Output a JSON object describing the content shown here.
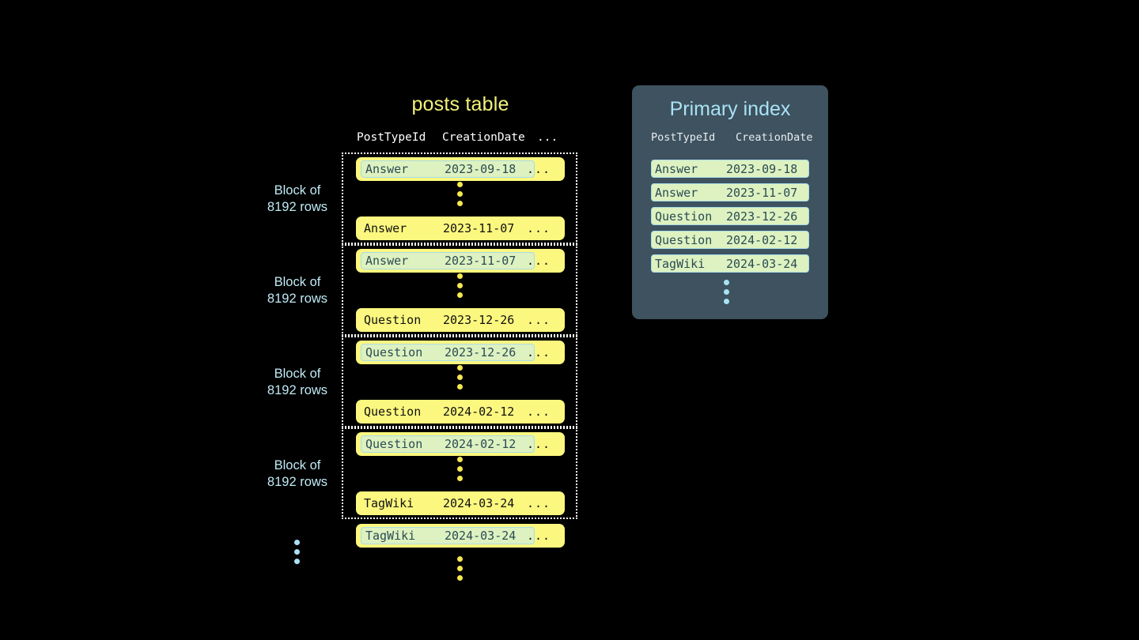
{
  "posts_table": {
    "title": "posts table",
    "columns": {
      "type": "PostTypeId",
      "date": "CreationDate",
      "more": "..."
    },
    "block_label_line1": "Block of",
    "block_label_line2": "8192 rows",
    "ellipsis": "...",
    "blocks": [
      {
        "label_line1": "Block of",
        "label_line2": "8192 rows",
        "first_row": {
          "type": "Answer",
          "date": "2023-09-18",
          "more": "...",
          "highlighted": true
        },
        "last_row": {
          "type": "Answer",
          "date": "2023-11-07",
          "more": "...",
          "highlighted": false
        }
      },
      {
        "label_line1": "Block of",
        "label_line2": "8192 rows",
        "first_row": {
          "type": "Answer",
          "date": "2023-11-07",
          "more": "...",
          "highlighted": true
        },
        "last_row": {
          "type": "Question",
          "date": "2023-12-26",
          "more": "...",
          "highlighted": false
        }
      },
      {
        "label_line1": "Block of",
        "label_line2": "8192 rows",
        "first_row": {
          "type": "Question",
          "date": "2023-12-26",
          "more": "...",
          "highlighted": true
        },
        "last_row": {
          "type": "Question",
          "date": "2024-02-12",
          "more": "...",
          "highlighted": false
        }
      },
      {
        "label_line1": "Block of",
        "label_line2": "8192 rows",
        "first_row": {
          "type": "Question",
          "date": "2024-02-12",
          "more": "...",
          "highlighted": true
        },
        "last_row": {
          "type": "TagWiki",
          "date": "2024-03-24",
          "more": "...",
          "highlighted": false
        }
      }
    ],
    "trailing_row": {
      "type": "TagWiki",
      "date": "2024-03-24",
      "more": "...",
      "highlighted": true
    }
  },
  "primary_index": {
    "title": "Primary index",
    "columns": {
      "type": "PostTypeId",
      "date": "CreationDate"
    },
    "rows": [
      {
        "type": "Answer",
        "date": "2023-09-18"
      },
      {
        "type": "Answer",
        "date": "2023-11-07"
      },
      {
        "type": "Question",
        "date": "2023-12-26"
      },
      {
        "type": "Question",
        "date": "2024-02-12"
      },
      {
        "type": "TagWiki",
        "date": "2024-03-24"
      }
    ]
  },
  "colors": {
    "background": "#000000",
    "row_yellow": "#fcf87f",
    "highlight_green": "#ddf2c0",
    "highlight_border": "#a8dbe8",
    "accent_blue": "#a9e2f5",
    "title_yellow": "#f2f27a",
    "panel_slate": "#3e525f",
    "dot_yellow": "#f5e84f",
    "block_border": "#ffffff"
  }
}
